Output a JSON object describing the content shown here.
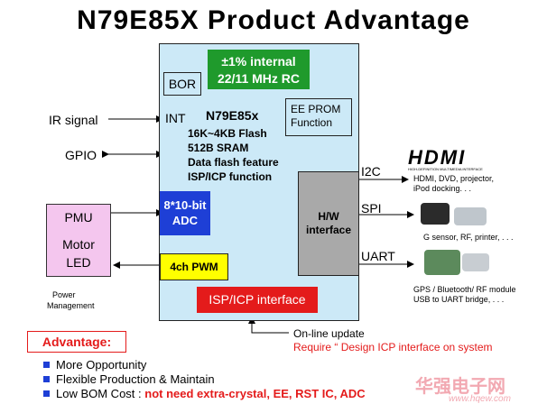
{
  "title": "N79E85X Product Advantage",
  "chip": {
    "rc_line1": "±1% internal",
    "rc_line2": "22/11 MHz RC",
    "bor": "BOR",
    "eeprom_line1": "EE PROM",
    "eeprom_line2": "Function",
    "int": "INT",
    "part": "N79E85x",
    "features": [
      "16K~4KB Flash",
      "512B SRAM",
      "Data flash feature",
      "ISP/ICP function"
    ],
    "adc_line1": "8*10-bit",
    "adc_line2": "ADC",
    "hw_line1": "H/W",
    "hw_line2": "interface",
    "pwm": "4ch PWM",
    "isp": "ISP/ICP interface"
  },
  "left": {
    "ir": "IR signal",
    "gpio": "GPIO",
    "pmu": [
      "PMU",
      "Motor",
      "LED"
    ],
    "power_label": [
      "Power",
      "Management"
    ]
  },
  "right": {
    "i2c": "I2C",
    "spi": "SPI",
    "uart": "UART",
    "hdmi_logo": "HDMI",
    "hdmi_sub": "HIGH-DEFINITION MULTIMEDIA INTERFACE",
    "hdmi_desc": [
      "HDMI, DVD, projector,",
      "iPod docking. . ."
    ],
    "spi_desc": "G sensor, RF, printer, . . .",
    "uart_desc": [
      "GPS / Bluetooth/ RF module",
      "USB to UART bridge, . . ."
    ]
  },
  "bottom": {
    "online": "On-line update",
    "require": "Require “ Design ICP interface on system",
    "advantage": "Advantage:",
    "bullets": [
      {
        "text": "More Opportunity"
      },
      {
        "text": "Flexible Production & Maintain"
      },
      {
        "text": "Low BOM Cost : ",
        "highlight": "not need extra-crystal, EE, RST IC, ADC"
      }
    ]
  },
  "watermark": {
    "cn": "华强电子网",
    "url": "www.hqew.com"
  },
  "colors": {
    "chip": "#cce9f7",
    "rc": "#1f9a2c",
    "adc": "#1e3fd6",
    "pwm": "#ffff00",
    "isp": "#e41b1b",
    "pmu": "#f4c6ee",
    "hw": "#a9a9a9"
  }
}
